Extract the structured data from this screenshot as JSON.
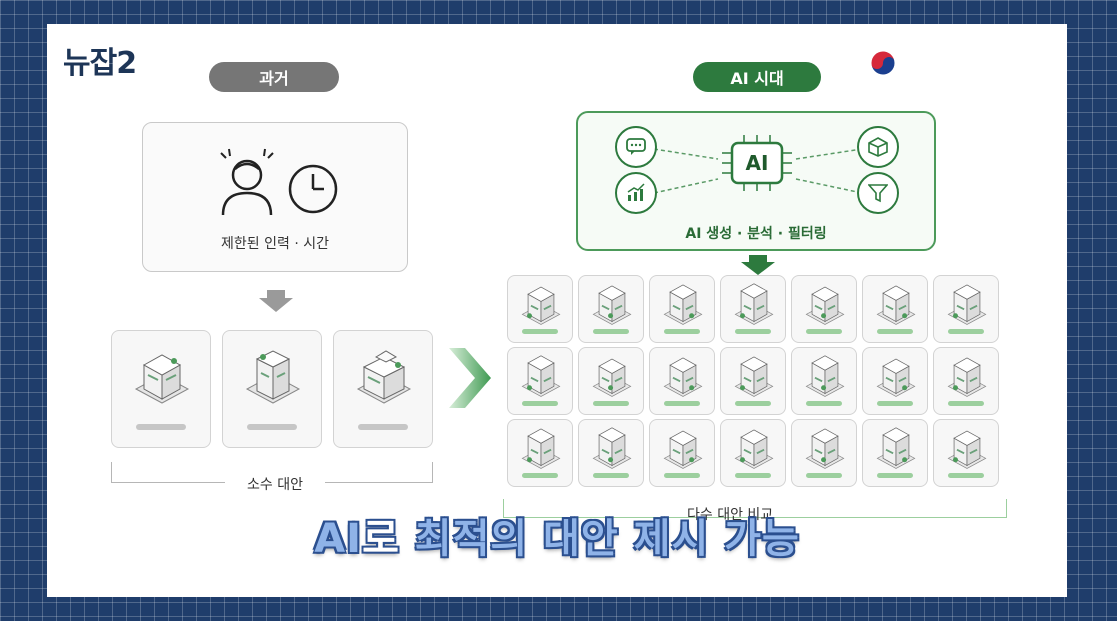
{
  "logo": {
    "text": "뉴잡2"
  },
  "emblem": {
    "icon": "taegeuk-emblem-icon"
  },
  "past": {
    "label": "과거",
    "limit_caption": "제한된 인력 · 시간",
    "few_label": "소수 대안",
    "card_count": 3
  },
  "ai": {
    "label": "AI 시대",
    "chip_text": "AI",
    "caption": "AI 생성 · 분석 · 필터링",
    "many_label": "다수 대안 비교",
    "grid_rows": 3,
    "grid_cols": 7
  },
  "subtitle": {
    "part1": "AI",
    "part2": "로",
    "part3": " 최적의 대안 제시 가능"
  },
  "colors": {
    "green": "#2d7a3e",
    "gray": "#767676",
    "navy": "#1f3d6b"
  }
}
